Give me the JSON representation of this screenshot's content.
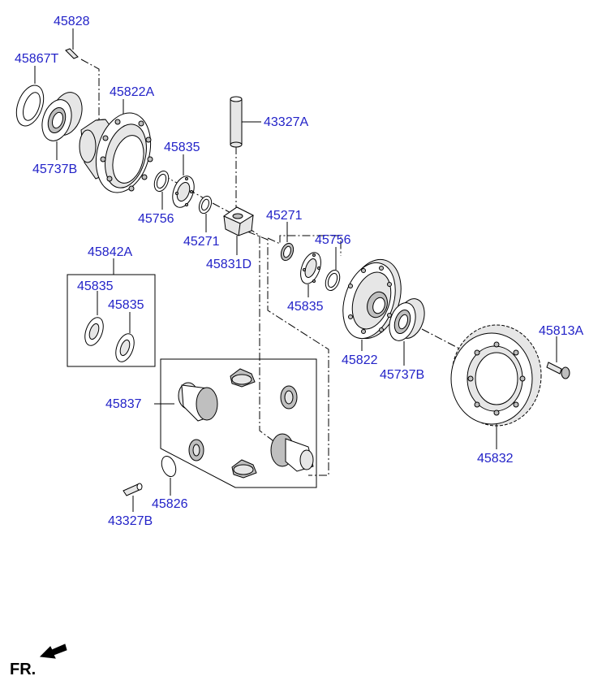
{
  "labels": {
    "p45828": "45828",
    "p45867T": "45867T",
    "p45822A": "45822A",
    "p45737B_top": "45737B",
    "p43327A": "43327A",
    "p45835_a": "45835",
    "p45756_a": "45756",
    "p45271_a": "45271",
    "p45831D": "45831D",
    "p45271_b": "45271",
    "p45756_b": "45756",
    "p45835_b": "45835",
    "p45842A": "45842A",
    "p45835_kit1": "45835",
    "p45835_kit2": "45835",
    "p45822": "45822",
    "p45737B_bottom": "45737B",
    "p45813A": "45813A",
    "p45837": "45837",
    "p45832": "45832",
    "p45826": "45826",
    "p43327B": "43327B"
  },
  "footer": {
    "direction_text": "FR.",
    "arrow_icon": "front-direction-arrow-icon"
  },
  "colors": {
    "label": "#2323c8",
    "line": "#000000"
  }
}
